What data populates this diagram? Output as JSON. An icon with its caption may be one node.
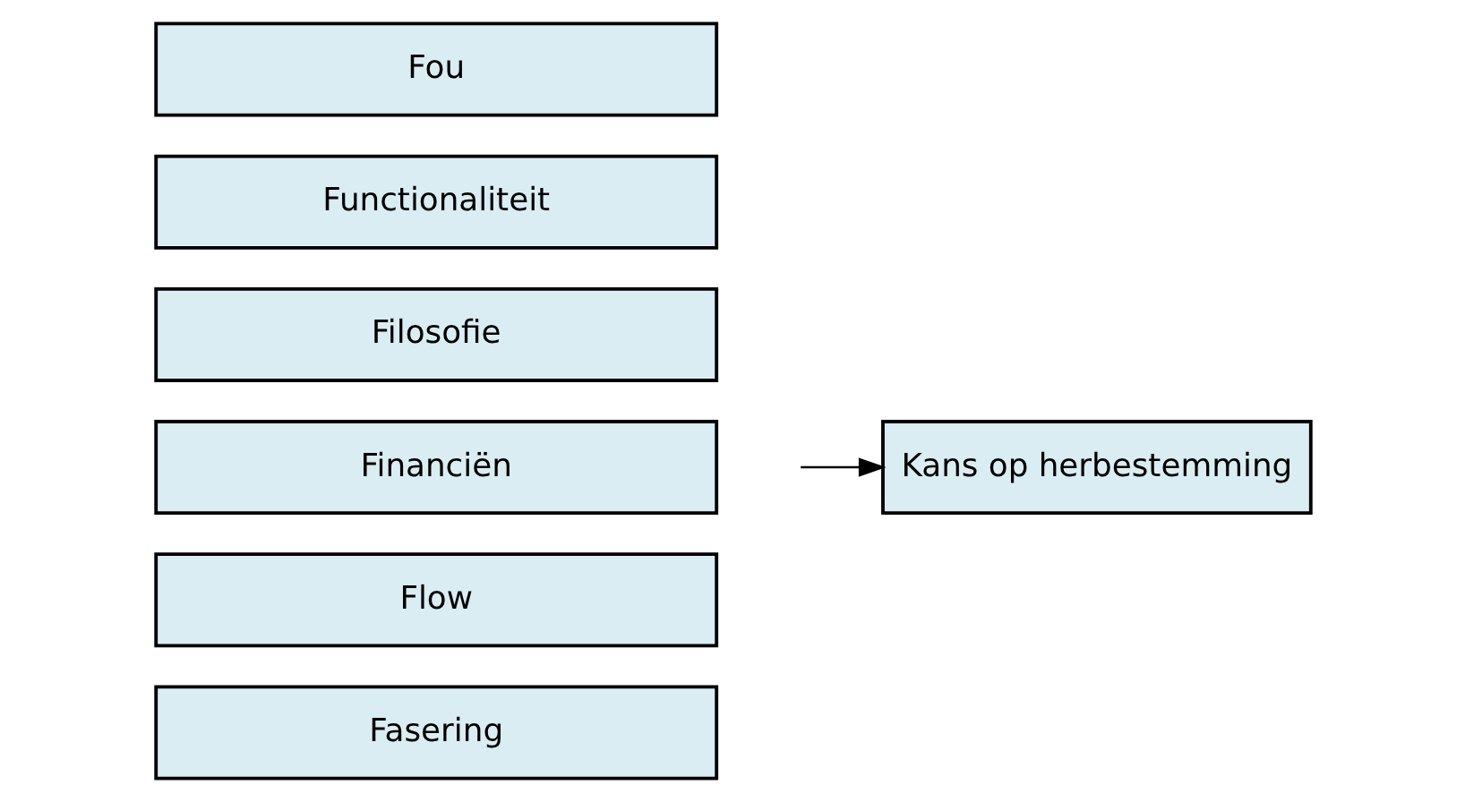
{
  "diagram": {
    "nodes": [
      {
        "text": [
          "Fou"
        ]
      },
      {
        "text": [
          "Functionaliteit"
        ]
      },
      {
        "text": [
          "Filosofie"
        ]
      },
      {
        "text": [
          "Financiën"
        ]
      },
      {
        "text": [
          "Flow"
        ]
      },
      {
        "text": [
          "Fasering"
        ]
      },
      {
        "text": [
          "Kans op herbestemming"
        ]
      }
    ],
    "edges": [
      {
        "from": null,
        "to": 6,
        "arrow": "to"
      }
    ]
  }
}
